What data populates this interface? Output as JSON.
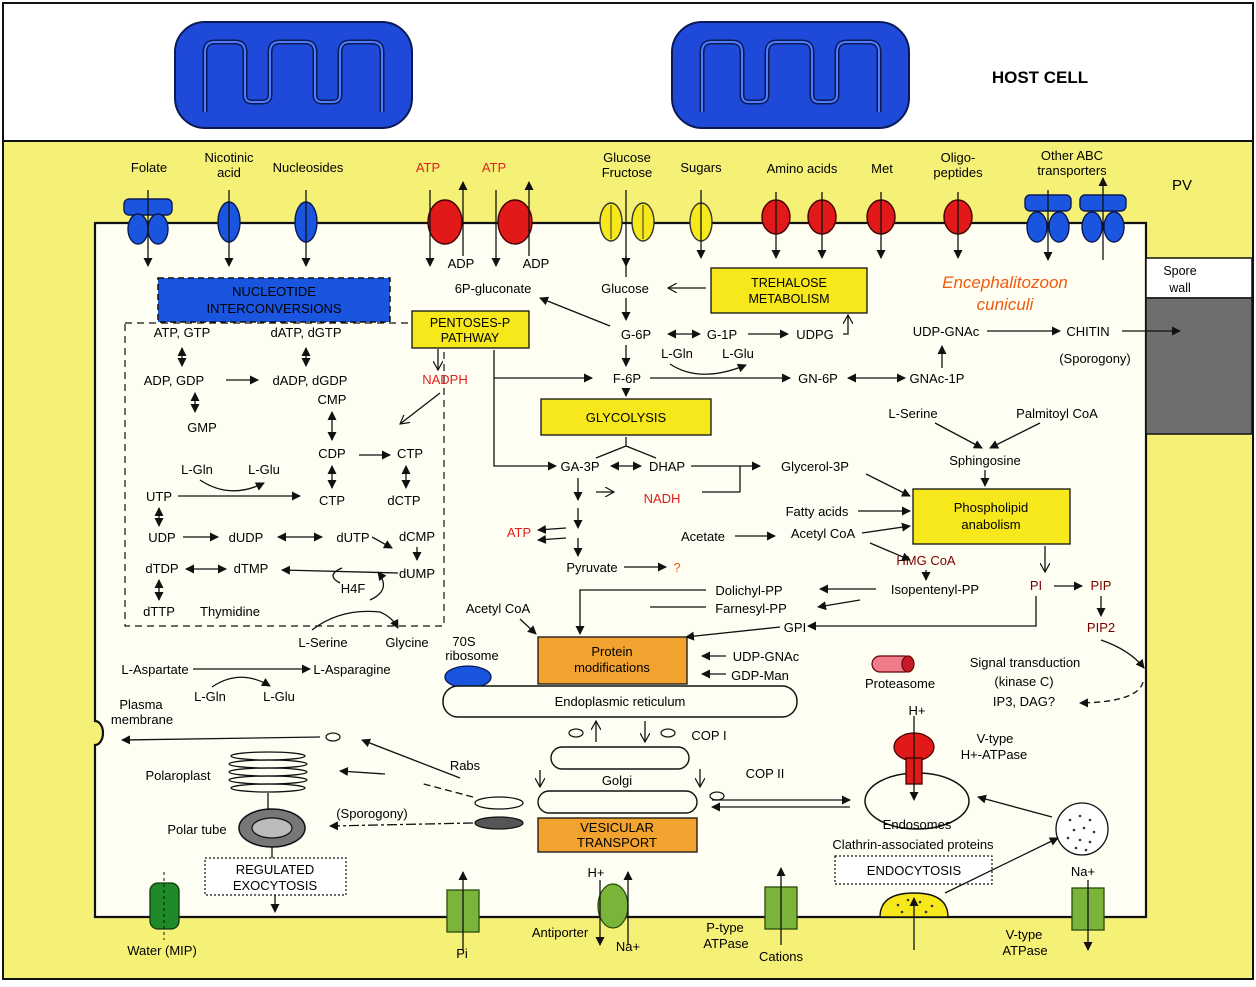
{
  "host": {
    "title": "HOST CELL",
    "pv": "PV"
  },
  "organism": {
    "line1": "Encephalitozoon",
    "line2": "cuniculi"
  },
  "spore_wall": {
    "l1": "Spore",
    "l2": "wall"
  },
  "transporters": {
    "folate": "Folate",
    "nicotinic_1": "Nicotinic",
    "nicotinic_2": "acid",
    "nucleosides": "Nucleosides",
    "atp1": "ATP",
    "atp2": "ATP",
    "adp1": "ADP",
    "adp2": "ADP",
    "glucose_1": "Glucose",
    "glucose_2": "Fructose",
    "sugars": "Sugars",
    "amino_acids": "Amino acids",
    "met": "Met",
    "oligo_1": "Oligo-",
    "oligo_2": "peptides",
    "abc_1": "Other ABC",
    "abc_2": "transporters"
  },
  "boxes": {
    "nucleotide_1": "NUCLEOTIDE",
    "nucleotide_2": "INTERCONVERSIONS",
    "pentoses_1": "PENTOSES-P",
    "pentoses_2": "PATHWAY",
    "trehalose_1": "TREHALOSE",
    "trehalose_2": "METABOLISM",
    "glycolysis": "GLYCOLYSIS",
    "phospho_1": "Phospholipid",
    "phospho_2": "anabolism",
    "protein_1": "Protein",
    "protein_2": "modifications",
    "vesicular_1": "VESICULAR",
    "vesicular_2": "TRANSPORT",
    "regulated_1": "REGULATED",
    "regulated_2": "EXOCYTOSIS",
    "endocytosis": "ENDOCYTOSIS"
  },
  "nucleotides": {
    "atp_gtp": "ATP, GTP",
    "datp_dgtp": "dATP, dGTP",
    "adp_gdp": "ADP, GDP",
    "dadp_dgdp": "dADP, dGDP",
    "gmp": "GMP",
    "cmp": "CMP",
    "cdp": "CDP",
    "ctp": "CTP",
    "ctp2": "CTP",
    "dctp": "dCTP",
    "lgln": "L-Gln",
    "lglu": "L-Glu",
    "utp": "UTP",
    "udp": "UDP",
    "dudp": "dUDP",
    "dutp": "dUTP",
    "dcmp": "dCMP",
    "dump": "dUMP",
    "dtdp": "dTDP",
    "dtmp": "dTMP",
    "dttp": "dTTP",
    "thymidine": "Thymidine",
    "h4f": "H4F",
    "lserine": "L-Serine",
    "glycine": "Glycine",
    "laspartate": "L-Aspartate",
    "lasparagine": "L-Asparagine",
    "lgln2": "L-Gln",
    "lglu2": "L-Glu",
    "nadph": "NADPH"
  },
  "carb": {
    "gluconate": "6P-gluconate",
    "glucose": "Glucose",
    "g6p": "G-6P",
    "g1p": "G-1P",
    "udpg": "UDPG",
    "lgln": "L-Gln",
    "lglu": "L-Glu",
    "f6p": "F-6P",
    "gn6p": "GN-6P",
    "gnac1p": "GNAc-1P",
    "udpgnac": "UDP-GNAc",
    "chitin": "CHITIN",
    "sporogony": "(Sporogony)",
    "ga3p": "GA-3P",
    "dhap": "DHAP",
    "glycerol3p": "Glycerol-3P",
    "nadh": "NADH",
    "atp": "ATP",
    "pyruvate": "Pyruvate",
    "question": "?"
  },
  "lipid": {
    "lserine": "L-Serine",
    "palmitoyl": "Palmitoyl CoA",
    "sphingosine": "Sphingosine",
    "fatty": "Fatty acids",
    "acetylcoa": "Acetyl CoA",
    "acetate": "Acetate",
    "hmg": "HMG CoA",
    "isopentenyl": "Isopentenyl-PP",
    "dolichyl": "Dolichyl-PP",
    "farnesyl": "Farnesyl-PP",
    "gpi": "GPI",
    "pi": "PI",
    "pip": "PIP",
    "pip2": "PIP2",
    "acetylcoa2": "Acetyl CoA",
    "ribosome_1": "70S",
    "ribosome_2": "ribosome",
    "udpgnac": "UDP-GNAc",
    "gdpman": "GDP-Man"
  },
  "signal": {
    "l1": "Signal transduction",
    "l2": "(kinase C)",
    "l3": "IP3, DAG?",
    "proteasome": "Proteasome"
  },
  "secretory": {
    "er": "Endoplasmic reticulum",
    "plasma_1": "Plasma",
    "plasma_2": "membrane",
    "polaroplast": "Polaroplast",
    "polar_tube": "Polar tube",
    "rabs": "Rabs",
    "sporogony": "(Sporogony)",
    "cop1": "COP I",
    "cop2": "COP II",
    "golgi": "Golgi",
    "hplus": "H+",
    "vtype_1": "V-type",
    "vtype_2": "H+-ATPase",
    "endosomes": "Endosomes",
    "clathrin": "Clathrin-associated proteins"
  },
  "bottom": {
    "water": "Water (MIP)",
    "pi": "Pi",
    "hplus": "H+",
    "antiporter": "Antiporter",
    "naplus": "Na+",
    "ptype_1": "P-type",
    "ptype_2": "ATPase",
    "cations": "Cations",
    "naplus2": "Na+",
    "vtype_1": "V-type",
    "vtype_2": "ATPase"
  }
}
